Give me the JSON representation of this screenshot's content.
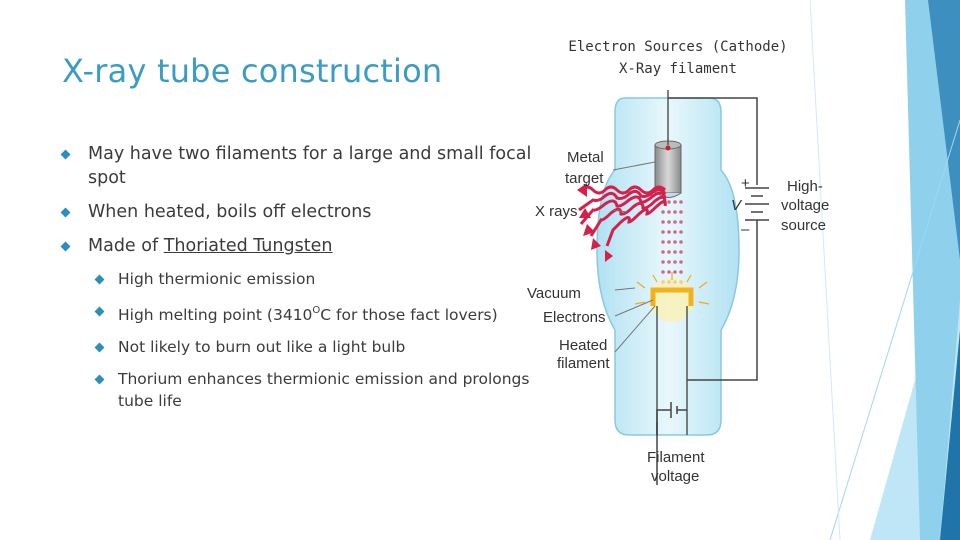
{
  "slide": {
    "title": "X-ray tube construction"
  },
  "bullets": [
    {
      "text": "May have two filaments for a large and small focal spot"
    },
    {
      "text": "When heated, boils off electrons"
    },
    {
      "prefix": "Made of ",
      "underlined": "Thoriated Tungsten"
    }
  ],
  "sub_bullets": [
    {
      "text": "High thermionic emission"
    },
    {
      "before": "High melting point (3410",
      "sup": "O",
      "after": "C for those fact lovers)"
    },
    {
      "text": "Not likely to burn out like a light bulb"
    },
    {
      "text": "Thorium enhances thermionic emission and prolongs tube life"
    }
  ],
  "figure": {
    "caption_line1": "Electron Sources (Cathode)",
    "caption_line2": "X-Ray filament",
    "labels": {
      "metal": "Metal",
      "target": "target",
      "xrays": "X rays",
      "vacuum": "Vacuum",
      "electrons": "Electrons",
      "heated": "Heated",
      "filament": "filament",
      "plus": "+",
      "v": "V",
      "minus": "–",
      "high": "High-",
      "voltage": "voltage",
      "source": "source",
      "filament_word": "Filament",
      "voltage_word": "voltage"
    }
  },
  "colors": {
    "title": "#3a9cc4",
    "bullet": "#2a8fbd",
    "text": "#3b3b3b",
    "xray": "#d4204a",
    "tube_glass": "#cdeef8",
    "accent_dark": "#1d5f8c",
    "accent_light": "#7fcbe8"
  }
}
